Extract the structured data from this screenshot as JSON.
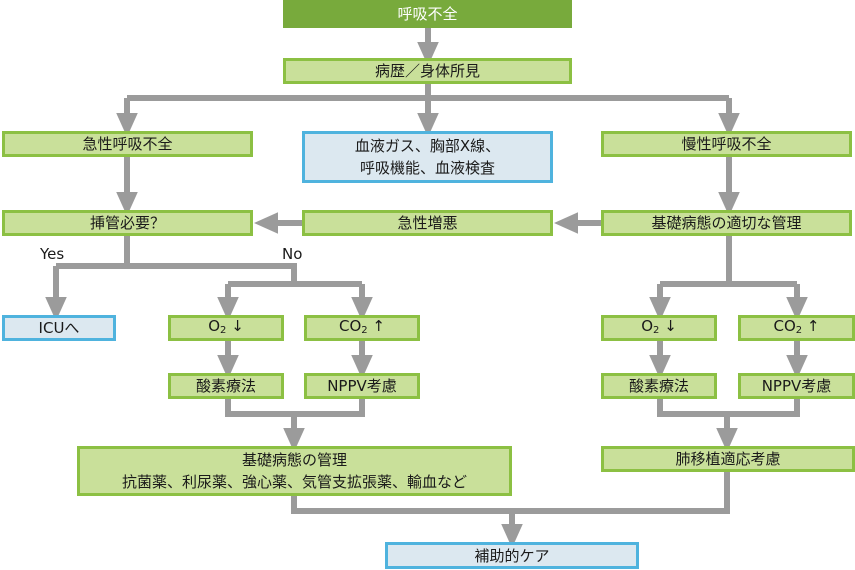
{
  "diagram": {
    "title": "呼吸不全",
    "nodes": {
      "history": "病歴／身体所見",
      "acute": "急性呼吸不全",
      "tests_line1": "血液ガス、胸部X線、",
      "tests_line2": "呼吸機能、血液検査",
      "chronic": "慢性呼吸不全",
      "intubation": "挿管必要？",
      "exacerbation": "急性増悪",
      "chronic_management": "基礎病態の適切な管理",
      "icu": "ICUへ",
      "left_o2": {
        "base": "O",
        "sub": "2",
        "arrow": "↓"
      },
      "left_co2": {
        "base": "CO",
        "sub": "2",
        "arrow": "↑"
      },
      "left_oxygen_therapy": "酸素療法",
      "left_nppv": "NPPV考慮",
      "underlying_management_line1": "基礎病態の管理",
      "underlying_management_line2": "抗菌薬、利尿薬、強心薬、気管支拡張薬、輸血など",
      "right_o2": {
        "base": "O",
        "sub": "2",
        "arrow": "↓"
      },
      "right_co2": {
        "base": "CO",
        "sub": "2",
        "arrow": "↑"
      },
      "right_oxygen_therapy": "酸素療法",
      "right_nppv": "NPPV考慮",
      "lung_transplant": "肺移植適応考慮",
      "supportive_care": "補助的ケア"
    },
    "labels": {
      "yes": "Yes",
      "no": "No"
    },
    "colors": {
      "title_fill": "#78aa3c",
      "green_fill": "#c9e09a",
      "green_border": "#8cc043",
      "blue_fill": "#dce8f0",
      "blue_border": "#4fb3de",
      "arrow": "#9b9b9b"
    }
  }
}
